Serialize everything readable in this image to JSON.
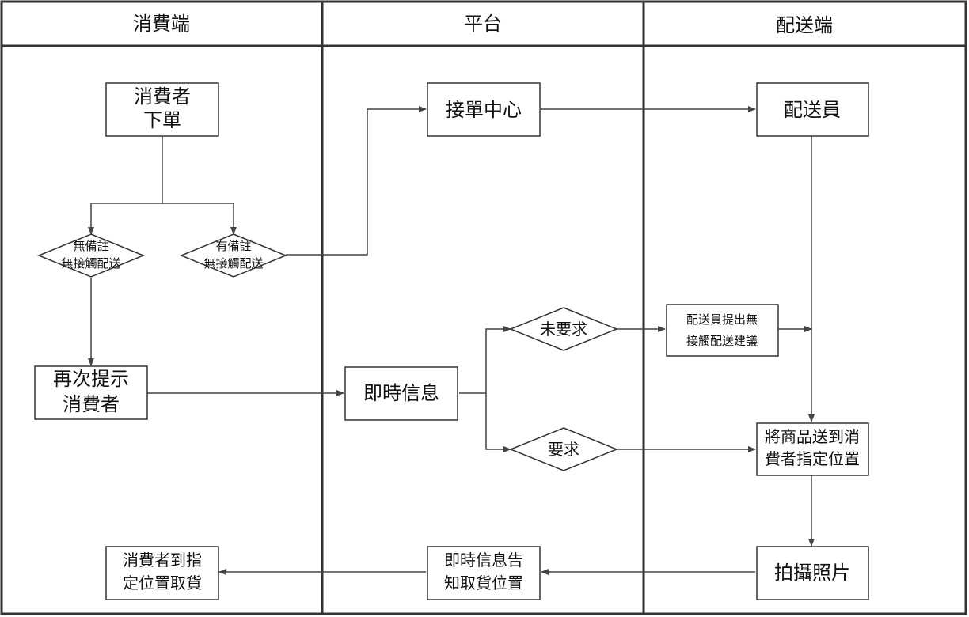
{
  "lanes": {
    "consumer": "消費端",
    "platform": "平台",
    "delivery": "配送端"
  },
  "nodes": {
    "consumer_order": [
      "消費者",
      "下單"
    ],
    "no_note": [
      "無備註",
      "無接觸配送"
    ],
    "has_note": [
      "有備註",
      "無接觸配送"
    ],
    "remind": [
      "再次提示",
      "消費者"
    ],
    "order_center": "接單中心",
    "courier": "配送員",
    "not_requested": "未要求",
    "requested": "要求",
    "instant_msg": "即時信息",
    "courier_suggest": [
      "配送員提出無",
      "接觸配送建議"
    ],
    "deliver_to_spot": [
      "將商品送到消",
      "費者指定位置"
    ],
    "take_photo": "拍攝照片",
    "notify_pickup": [
      "即時信息告",
      "知取貨位置"
    ],
    "consumer_pickup": [
      "消費者到指",
      "定位置取貨"
    ]
  }
}
